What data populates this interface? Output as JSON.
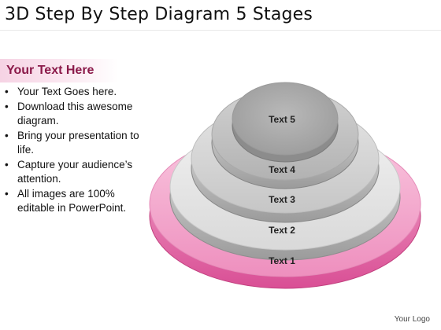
{
  "title": "3D Step By Step Diagram 5 Stages",
  "subhead": "Your Text Here",
  "bullets": [
    "Your Text Goes here.",
    "Download this awesome diagram.",
    "Bring your presentation to life.",
    "Capture your audience’s attention.",
    "All images are 100% editable in PowerPoint."
  ],
  "stages": [
    {
      "label": "Text 1",
      "color": "#e977b2"
    },
    {
      "label": "Text 2",
      "color": "#d4d4d4"
    },
    {
      "label": "Text 3",
      "color": "#bdbdbd"
    },
    {
      "label": "Text 4",
      "color": "#a9a9a9"
    },
    {
      "label": "Text 5",
      "color": "#9a9a9a"
    }
  ],
  "footer": "Your Logo"
}
